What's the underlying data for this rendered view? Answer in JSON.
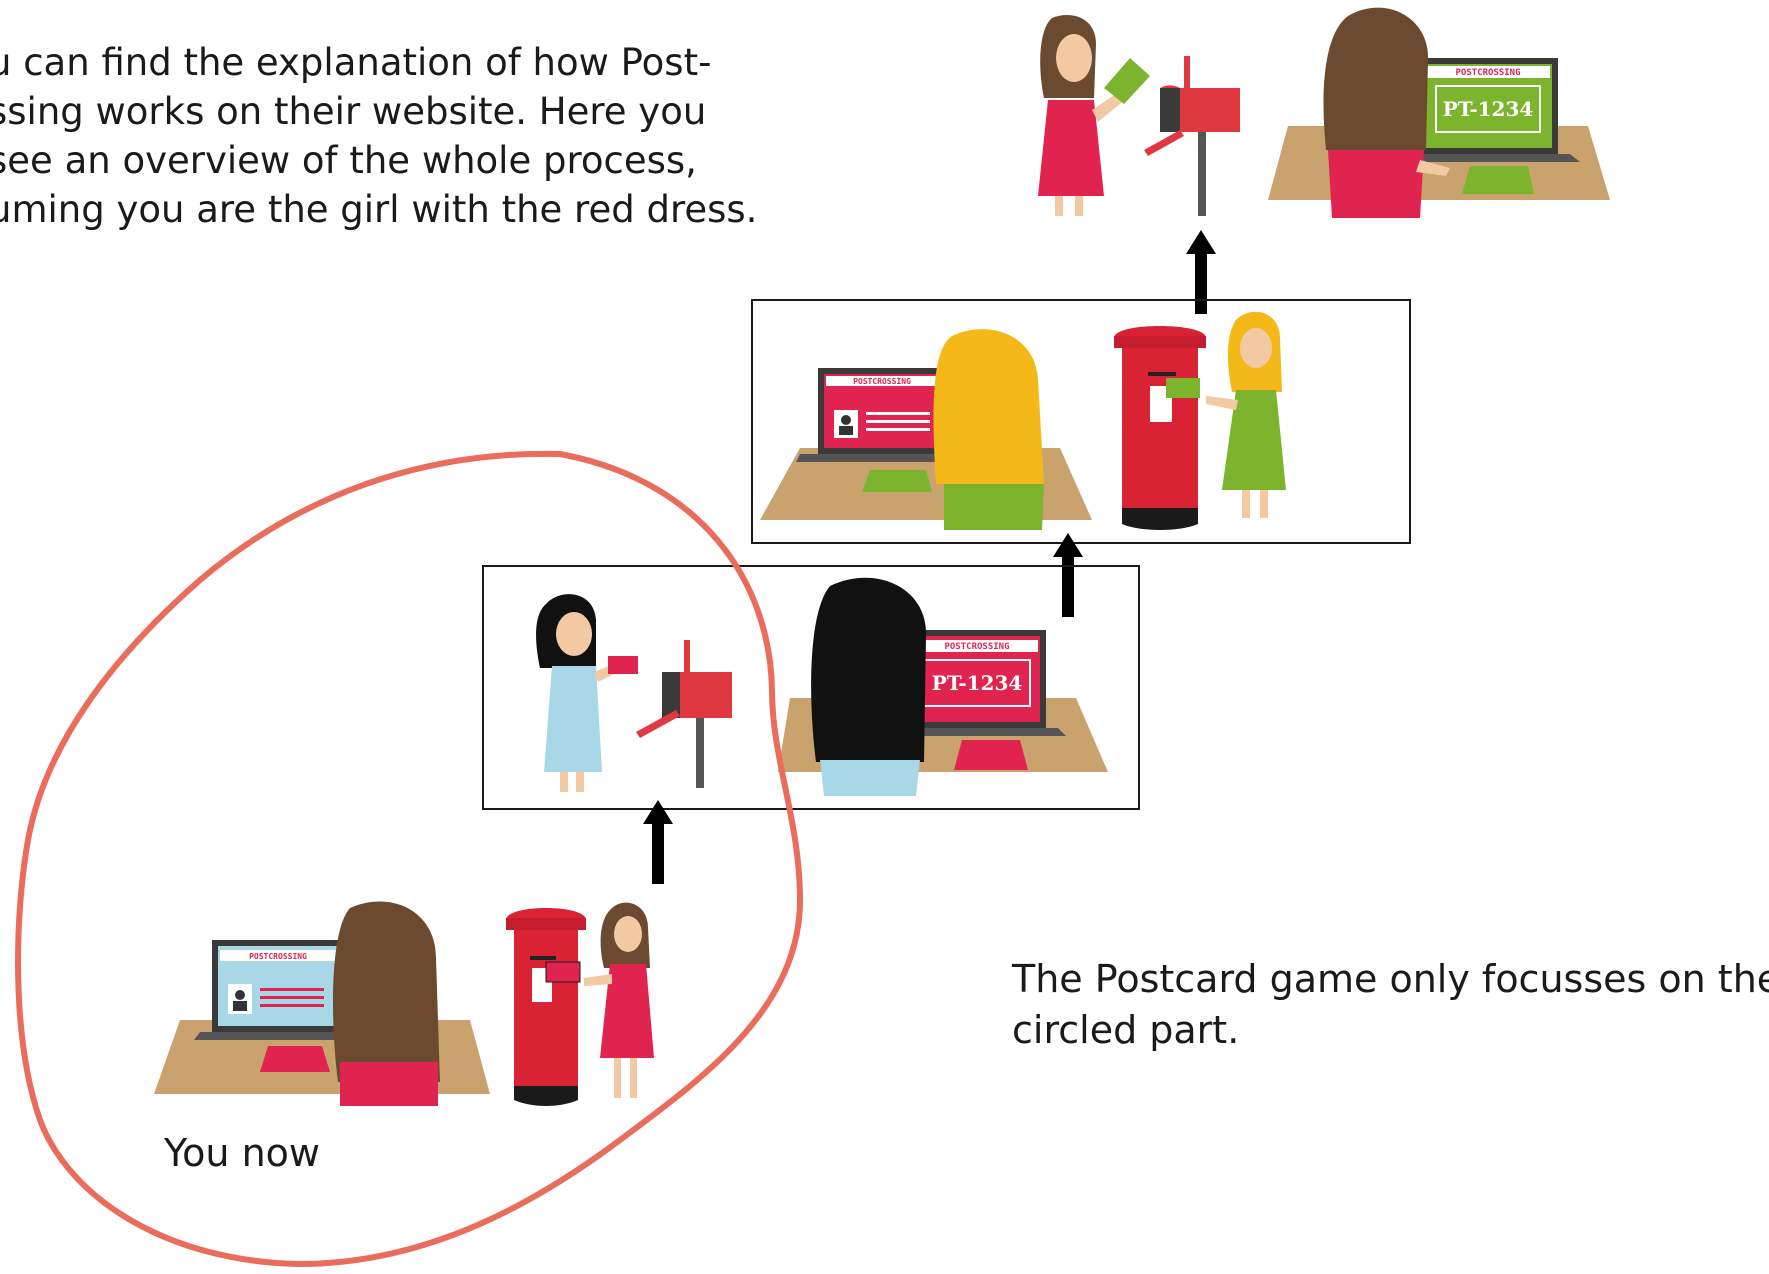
{
  "intro": {
    "lines": [
      "u can find the explanation of how Post-",
      "ssing works on their website. Here you",
      " see an overview of the whole process,",
      "uming you are the girl with the red dress."
    ]
  },
  "you_now_label": "You now",
  "game_note": {
    "lines": [
      "The Postcard game only focusses on the",
      "circled part."
    ]
  },
  "screens": {
    "logo_text": "POSTCROSSING",
    "postcard_id": "PT-1234"
  },
  "colors": {
    "circle": "#ea6c5c",
    "red": "#e0244f",
    "pillar_red": "#d92234",
    "green": "#7cb52d",
    "yellow_hair": "#f5b819",
    "brown_hair": "#6b4a2f",
    "blue_dress": "#a8d8e8",
    "desk": "#c9a26e",
    "laptop": "#3a3a3a"
  }
}
